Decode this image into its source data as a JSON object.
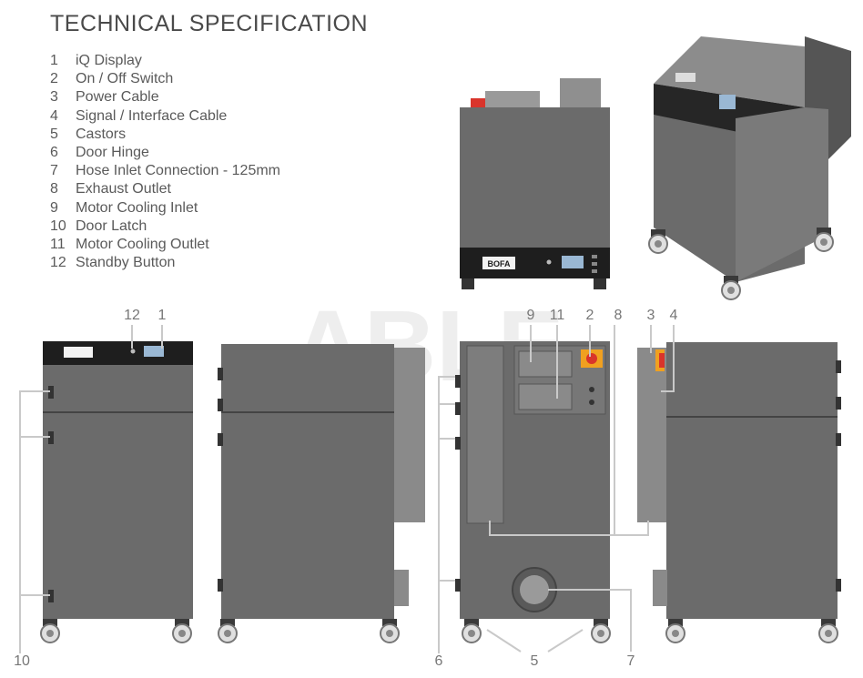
{
  "title": "TECHNICAL SPECIFICATION",
  "spec_items": [
    {
      "num": "1",
      "label": "iQ Display"
    },
    {
      "num": "2",
      "label": "On / Off Switch"
    },
    {
      "num": "3",
      "label": "Power Cable"
    },
    {
      "num": "4",
      "label": "Signal / Interface Cable"
    },
    {
      "num": "5",
      "label": "Castors"
    },
    {
      "num": "6",
      "label": "Door Hinge"
    },
    {
      "num": "7",
      "label": "Hose Inlet Connection - 125mm"
    },
    {
      "num": "8",
      "label": "Exhaust Outlet"
    },
    {
      "num": "9",
      "label": "Motor Cooling Inlet"
    },
    {
      "num": "10",
      "label": "Door Latch"
    },
    {
      "num": "11",
      "label": "Motor Cooling Outlet"
    },
    {
      "num": "12",
      "label": "Standby Button"
    }
  ],
  "callouts": {
    "c12": "12",
    "c1": "1",
    "c9": "9",
    "c11": "11",
    "c2": "2",
    "c8": "8",
    "c3": "3",
    "c4": "4",
    "c10": "10",
    "c6": "6",
    "c5": "5",
    "c7": "7"
  },
  "brand": "BOFA",
  "watermark": "ABLE",
  "colors": {
    "body": "#6b6b6b",
    "body_dark": "#555555",
    "panel": "#1e1e1e",
    "accent_red": "#d9342b",
    "accent_orange": "#f0a020",
    "leader": "#c9c9c9"
  }
}
